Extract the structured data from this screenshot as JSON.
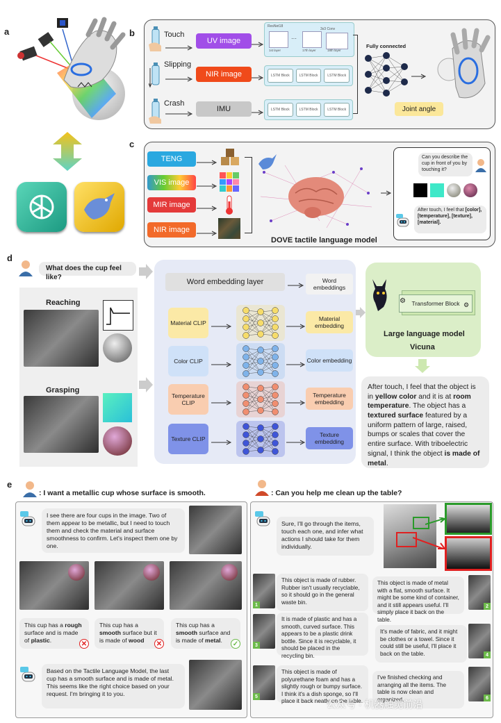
{
  "panels": {
    "a": "a",
    "b": "b",
    "c": "c",
    "d": "d",
    "e": "e"
  },
  "panel_b": {
    "inputs": [
      "Touch",
      "Slipping",
      "Crash"
    ],
    "modalities": [
      "UV image",
      "NIR image",
      "IMU"
    ],
    "resnet": {
      "title": "ResNet18",
      "conv": "3x3 Conv",
      "layers": [
        "1st layer",
        "17th layer",
        "18th layer"
      ]
    },
    "lstm_block": "LSTM Block",
    "fc": "Fully connected",
    "output": "Joint angle"
  },
  "panel_c": {
    "inputs": [
      "TENG",
      "VIS image",
      "MIR image",
      "NIR image"
    ],
    "question": "Can you describe the cup in front of you by touching it?",
    "answer_pre": "After touch, I feel that",
    "answer_bold": "[color], [temperature], [texture], [material].",
    "caption": "DOVE tactile language model"
  },
  "panel_d": {
    "question": "What does the cup feel like?",
    "reaching": "Reaching",
    "grasping": "Grasping",
    "word_layer": "Word embedding layer",
    "word_emb": "Word embeddings",
    "clips": [
      {
        "name": "Material CLIP",
        "emb": "Material embedding"
      },
      {
        "name": "Color CLIP",
        "emb": "Color embedding"
      },
      {
        "name": "Temperature CLIP",
        "emb": "Temperature embedding"
      },
      {
        "name": "Texture CLIP",
        "emb": "Texture embedding"
      }
    ],
    "transformer": "Transformer Block",
    "llm": "Large language model",
    "vicuna": "Vicuna",
    "answer": {
      "t1": "After touch, I feel that the object is in ",
      "b1": "yellow color",
      "t2": " and it is at ",
      "b2": "room temperature",
      "t3": ". The object has a ",
      "b3": "textured surface",
      "t4": " featured by a uniform pattern of large, raised, bumps or scales that cover the entire surface. With triboelectric signal, I think the object ",
      "b4": "is made of metal",
      "t5": "."
    }
  },
  "panel_e_left": {
    "prompt": ": I want a metallic cup whose surface is smooth.",
    "reply1": "I see there are four cups in the image. Two of them appear to be metallic, but I need to touch them and check the material and surface smoothness to confirm. Let's inspect them one by one.",
    "cups": [
      {
        "t1": "This cup has a ",
        "b1": "rough",
        "t2": " surface and is made of ",
        "b2": "plastic",
        "t3": ".",
        "ok": false
      },
      {
        "t1": "This cup has a ",
        "b1": "smooth",
        "t2": " surface but it is made of ",
        "b2": "wood",
        "t3": "",
        "ok": false
      },
      {
        "t1": "This cup has a ",
        "b1": "smooth",
        "t2": " surface and is made of ",
        "b2": "metal",
        "t3": ".",
        "ok": true
      }
    ],
    "reply2": "Based on the Tactile Language Model, the last cup has a smooth surface and is made of metal. This seems like the right choice based on your request. I'm bringing it to you."
  },
  "panel_e_right": {
    "prompt": ": Can you help me clean up the table?",
    "reply1": "Sure, I'll go through the items, touch each one, and infer what actions I should take for them individually.",
    "items": [
      {
        "n": "1",
        "text": "This object is made of rubber. Rubber isn't usually recyclable, so it should go in the general waste bin."
      },
      {
        "n": "2",
        "text": "This object is made of metal with a flat, smooth surface. It might be some kind of container, and it still appears useful. I'll simply place it back on the table."
      },
      {
        "n": "3",
        "text": "It is made of plastic and has a smooth, curved surface. This appears to be a plastic drink bottle. Since it is recyclable, it should be placed in the recycling bin."
      },
      {
        "n": "4",
        "text": "It's made of fabric, and it might be clothes or a towel. Since it could still be useful, I'll place it back on the table."
      },
      {
        "n": "5",
        "text": "This object is made of polyurethane foam and has a slightly rough or bumpy surface. I think it's a dish sponge, so I'll place it back neatly on the table."
      },
      {
        "n": "6",
        "text": "I've finished checking and arranging all the items. The table is now clean and organized."
      }
    ]
  },
  "watermark": "公众号 · 机器触觉前沿",
  "colors": {
    "green": "#6cba4a",
    "red": "#e02020",
    "teal": "#20b29a",
    "gold": "#f3c21b"
  }
}
